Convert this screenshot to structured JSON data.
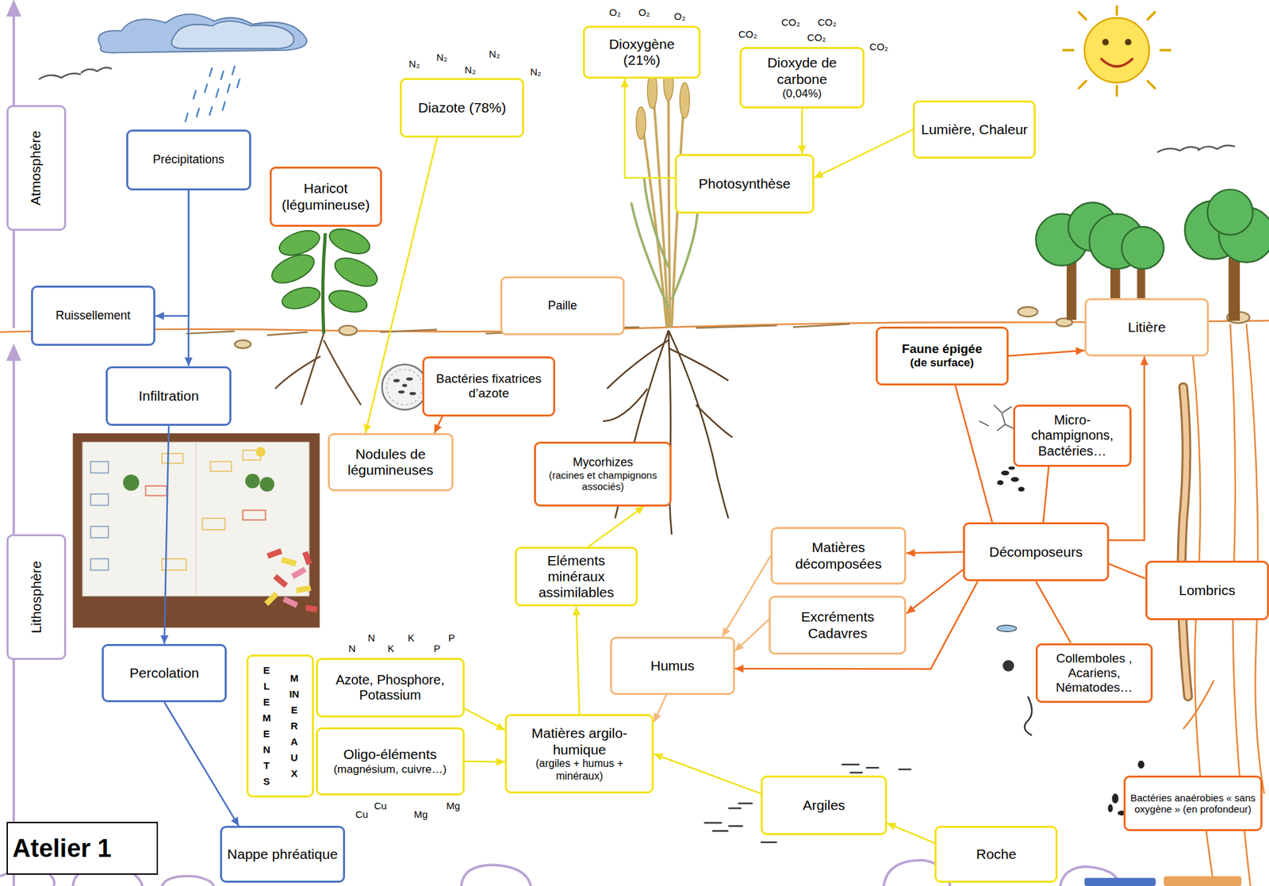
{
  "diagram": {
    "nodes": [
      {
        "text": [
          "Atmosphère"
        ]
      },
      {
        "text": [
          "Dioxygène (21%)"
        ]
      },
      {
        "text": [
          "Dioxyde de carbone",
          "(0,04%)"
        ]
      },
      {
        "text": [
          "Diazote (78%)"
        ]
      },
      {
        "text": [
          "Lumière, Chaleur"
        ]
      },
      {
        "text": [
          "Précipitations"
        ]
      },
      {
        "text": [
          "Photosynthèse"
        ]
      },
      {
        "text": [
          "Haricot (légumineuse)"
        ]
      },
      {
        "text": [
          "Paille"
        ]
      },
      {
        "text": [
          "Ruissellement"
        ]
      },
      {
        "text": [
          "Litière"
        ]
      },
      {
        "text": [
          "Faune épigée",
          "(de surface)"
        ]
      },
      {
        "text": [
          "Bactéries fixatrices d’azote"
        ]
      },
      {
        "text": [
          "Infiltration"
        ]
      },
      {
        "text": [
          "Micro-champignons, Bactéries…"
        ]
      },
      {
        "text": [
          "Nodules de légumineuses"
        ]
      },
      {
        "text": [
          "Mycorhizes",
          "(racines et champignons associés)"
        ]
      },
      {
        "text": [
          "Décomposeurs"
        ]
      },
      {
        "text": [
          "Matières décomposées"
        ]
      },
      {
        "text": [
          "Lithosphère"
        ]
      },
      {
        "text": [
          "Eléments minéraux assimilables"
        ]
      },
      {
        "text": [
          "Lombrics"
        ]
      },
      {
        "text": [
          "Excréments Cadavres"
        ]
      },
      {
        "text": [
          "Humus"
        ]
      },
      {
        "text": [
          "Percolation"
        ]
      },
      {
        "text": [
          "Collemboles , Acariens, Nématodes…"
        ]
      },
      {
        "text": [
          "ELEMENTS",
          "MINERAUX"
        ]
      },
      {
        "text": [
          "Azote, Phosphore, Potassium"
        ]
      },
      {
        "text": [
          "Matières argilo-humique",
          "(argiles + humus + minéraux)"
        ]
      },
      {
        "text": [
          "Oligo-éléments",
          "(magnésium, cuivre…)"
        ]
      },
      {
        "text": [
          "Argiles"
        ]
      },
      {
        "text": [
          "Bactéries anaérobies « sans oxygène » (en profondeur)"
        ]
      },
      {
        "text": [
          "Atelier 1"
        ]
      },
      {
        "text": [
          "Nappe phréatique"
        ]
      },
      {
        "text": [
          "Roche"
        ]
      }
    ],
    "edges": [
      {
        "from": 5,
        "to": 9,
        "arrow": "to"
      },
      {
        "from": 5,
        "to": 13,
        "arrow": "to"
      },
      {
        "from": 13,
        "to": 24,
        "arrow": "to"
      },
      {
        "from": 24,
        "to": 33,
        "arrow": "to"
      },
      {
        "from": 3,
        "to": 15,
        "arrow": "to"
      },
      {
        "from": 6,
        "to": 1,
        "arrow": "to"
      },
      {
        "from": 2,
        "to": 6,
        "arrow": "to"
      },
      {
        "from": 4,
        "to": 6,
        "arrow": "to"
      },
      {
        "from": 12,
        "to": 15,
        "arrow": "to"
      },
      {
        "from": 20,
        "to": 16,
        "arrow": "to"
      },
      {
        "from": 28,
        "to": 20,
        "arrow": "to"
      },
      {
        "from": 27,
        "to": 28,
        "arrow": "to"
      },
      {
        "from": 29,
        "to": 28,
        "arrow": "to"
      },
      {
        "from": 30,
        "to": 28,
        "arrow": "to"
      },
      {
        "from": 34,
        "to": 30,
        "arrow": "to"
      },
      {
        "from": 23,
        "to": 28,
        "arrow": "to"
      },
      {
        "from": 17,
        "to": 18,
        "arrow": "to"
      },
      {
        "from": 17,
        "to": 22,
        "arrow": "to"
      },
      {
        "from": 17,
        "to": 23,
        "arrow": "to"
      },
      {
        "from": 17,
        "to": 10,
        "arrow": "to"
      },
      {
        "from": 17,
        "to": 21,
        "arrow": "none"
      },
      {
        "from": 17,
        "to": 11,
        "arrow": "none"
      },
      {
        "from": 17,
        "to": 14,
        "arrow": "none"
      },
      {
        "from": 17,
        "to": 25,
        "arrow": "none"
      },
      {
        "from": 18,
        "to": 23,
        "arrow": "to"
      },
      {
        "from": 22,
        "to": 23,
        "arrow": "to"
      },
      {
        "from": 11,
        "to": 10,
        "arrow": "to"
      }
    ],
    "labels": [
      "O₂",
      "O₂",
      "O₂",
      "CO₂",
      "CO₂",
      "CO₂",
      "CO₂",
      "CO₂",
      "N₂",
      "N₂",
      "N₂",
      "N₂",
      "N₂",
      "N",
      "N",
      "K",
      "K",
      "P",
      "P",
      "Cu",
      "Cu",
      "Mg",
      "Mg"
    ]
  }
}
